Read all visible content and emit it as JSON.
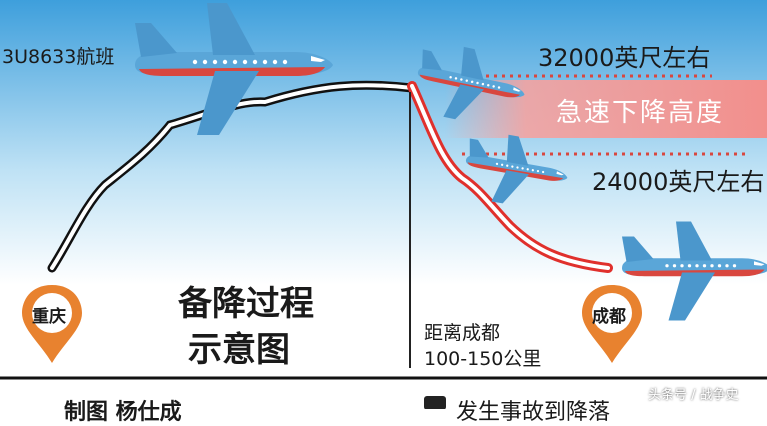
{
  "diagram": {
    "flight_label": "3U8633航班",
    "altitude_high": "32000英尺左右",
    "rapid_descent": "急速下降高度",
    "altitude_low": "24000英尺左右",
    "title_line1": "备降过程",
    "title_line2": "示意图",
    "distance_line1": "距离成都",
    "distance_line2": "100-150公里",
    "pin_chongqing": "重庆",
    "pin_chengdu": "成都",
    "footer_left": "制图 杨仕成",
    "footer_right": "发生事故到降落",
    "watermark": "头条号 / 战争史"
  },
  "colors": {
    "sky_top": "#3e9fdc",
    "sky_bottom": "#ffffff",
    "plane_body": "#5aa6d8",
    "plane_stripe": "#d8473f",
    "route_red": "#e0302c",
    "pin_orange": "#e8822f",
    "descent_band": "#f4a3a1"
  }
}
